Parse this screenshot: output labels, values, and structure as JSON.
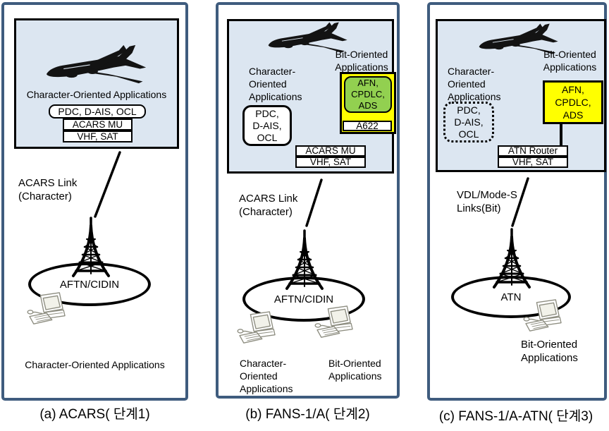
{
  "title": "ACARS / FANS evolution diagram",
  "colors": {
    "panel_border": "#3f5c7e",
    "aircraft_box_fill": "#dce6f1",
    "highlight_yellow": "#ffff00",
    "highlight_green": "#92d050",
    "diagram_black": "#000000",
    "sketch_gray": "#8d8d80"
  },
  "icons": {
    "aircraft": "jet-airliner-silhouette",
    "tower": "radio-tower",
    "workstation": "desktop-computer-sketch"
  },
  "panels": {
    "a": {
      "caption": "(a) ACARS( 단계1)",
      "air_title": "Character-Oriented Applications",
      "box_pdc": "PDC, D-AIS, OCL",
      "box_mu": "ACARS MU",
      "box_rf": "VHF, SAT",
      "link_l1": "ACARS Link",
      "link_l2": "(Character)",
      "network": "AFTN/CIDIN",
      "ground_center": "Character-Oriented Applications"
    },
    "b": {
      "caption": "(b) FANS-1/A( 단계2)",
      "char_l1": "Character-",
      "char_l2": "Oriented",
      "char_l3": "Applications",
      "bit_l1": "Bit-Oriented",
      "bit_l2": "Applications",
      "green_l1": "AFN,",
      "green_l2": "CPDLC,",
      "green_l3": "ADS",
      "box_a622": "A622",
      "pdc_l1": "PDC,",
      "pdc_l2": "D-AIS,",
      "pdc_l3": "OCL",
      "box_mu": "ACARS MU",
      "box_rf": "VHF, SAT",
      "link_l1": "ACARS Link",
      "link_l2": "(Character)",
      "network": "AFTN/CIDIN",
      "ground_left_l1": "Character-",
      "ground_left_l2": "Oriented",
      "ground_left_l3": "Applications",
      "ground_right_l1": "Bit-Oriented",
      "ground_right_l2": "Applications"
    },
    "c": {
      "caption": "(c) FANS-1/A-ATN( 단계3)",
      "char_l1": "Character-",
      "char_l2": "Oriented",
      "char_l3": "Applications",
      "bit_l1": "Bit-Oriented",
      "bit_l2": "Applications",
      "yellow_l1": "AFN,",
      "yellow_l2": "CPDLC,",
      "yellow_l3": "ADS",
      "pdc_l1": "PDC,",
      "pdc_l2": "D-AIS,",
      "pdc_l3": "OCL",
      "box_router": "ATN Router",
      "box_rf": "VHF, SAT",
      "link_l1": "VDL/Mode-S",
      "link_l2": "Links(Bit)",
      "network": "ATN",
      "ground_right_l1": "Bit-Oriented",
      "ground_right_l2": "Applications"
    }
  }
}
